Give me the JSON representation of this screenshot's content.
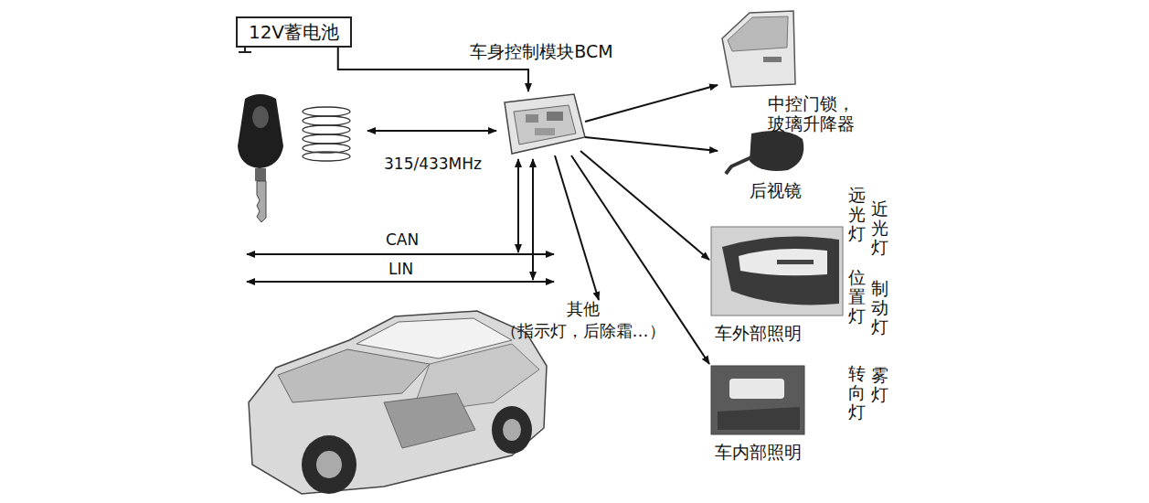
{
  "diagram": {
    "nodes": [
      {
        "text": [
          "12V蓄电池"
        ]
      },
      {
        "text": [
          "车身控制模块BCM"
        ]
      },
      {
        "text": [
          "中控门锁， 玻璃升降器"
        ]
      },
      {
        "text": [
          "后视镜"
        ]
      },
      {
        "text": [
          "车外部照明"
        ]
      },
      {
        "text": [
          "车内部照明"
        ]
      },
      {
        "text": [
          "其他",
          "（指示灯，后除霜…）"
        ]
      }
    ],
    "edges": [
      {
        "from": 0,
        "to": 1,
        "arrow": "to"
      },
      {
        "from": 1,
        "to": 2,
        "arrow": "to"
      },
      {
        "from": 1,
        "to": 3,
        "arrow": "to"
      },
      {
        "from": 1,
        "to": 4,
        "arrow": "to"
      },
      {
        "from": 1,
        "to": 5,
        "arrow": "to"
      },
      {
        "from": 1,
        "to": 6,
        "arrow": "to"
      }
    ],
    "labels": [
      "315/433MHz",
      "CAN",
      "LIN",
      "远光灯",
      "近光灯",
      "位置灯",
      "制动灯",
      "转向灯",
      "雾灯"
    ]
  }
}
